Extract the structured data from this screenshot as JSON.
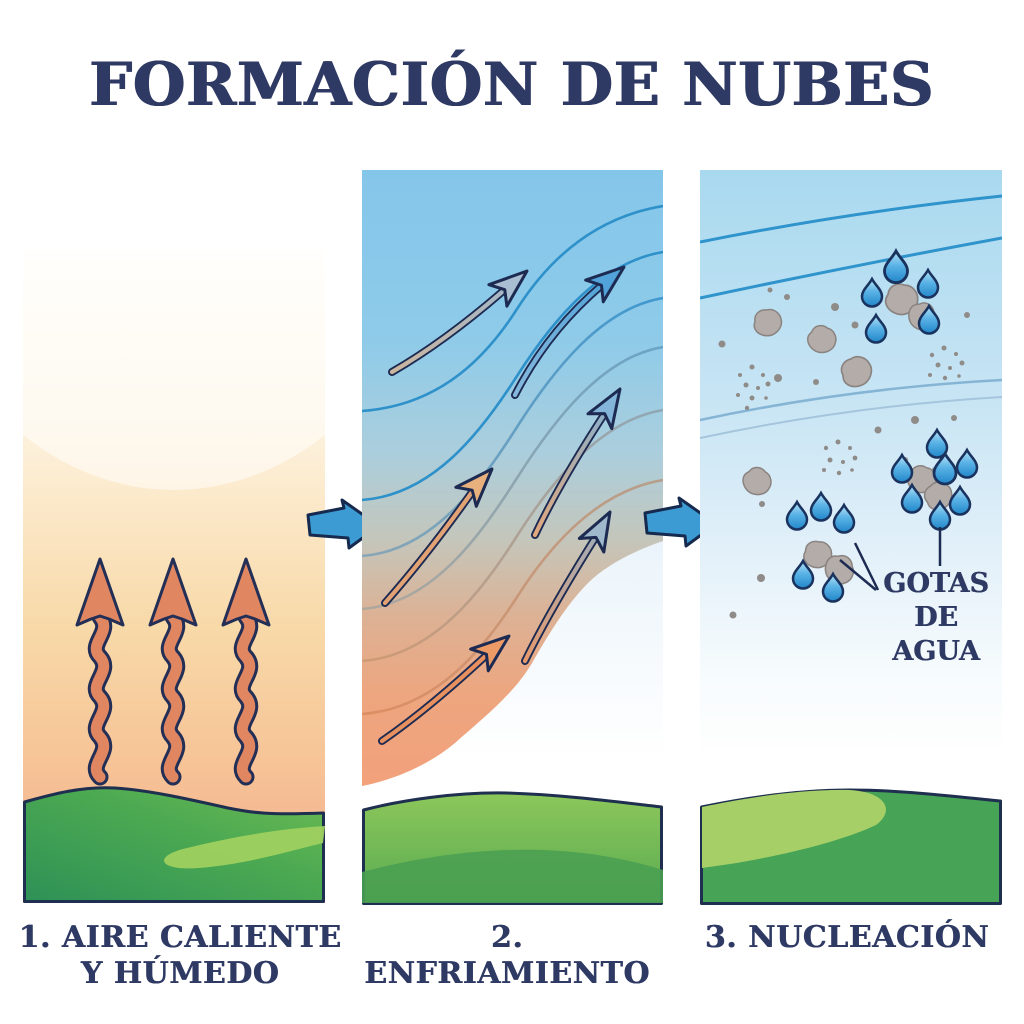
{
  "title": "FORMACIÓN DE NUBES",
  "panels": [
    {
      "id": "warm-air",
      "caption_line1": "1. AIRE CALIENTE",
      "caption_line2": "Y HÚMEDO"
    },
    {
      "id": "cooling",
      "caption_line1": "2. ENFRIAMIENTO",
      "caption_line2": ""
    },
    {
      "id": "nucleation",
      "caption_line1": "3. NUCLEACIÓN",
      "caption_line2": ""
    }
  ],
  "annotation": {
    "line1": "GOTAS DE",
    "line2": "AGUA"
  },
  "colors": {
    "title_text": "#2f3a64",
    "outline_navy": "#1f2f4f",
    "flow_arrow_blue": "#3d9bd3",
    "heat_arrow_salmon": "#e08762",
    "warm_sand": "#f7d9a4",
    "warm_salmon": "#f3ae8b",
    "sky_blue": "#8ccbea",
    "pale_sky": "#a9d9ef",
    "contour_blue": "#2e91ca",
    "droplet_blue": "#3e9fd8",
    "particle_gray": "#b3aca9",
    "ground_green_dark": "#2e9156",
    "ground_green_light": "#9ed05f"
  }
}
